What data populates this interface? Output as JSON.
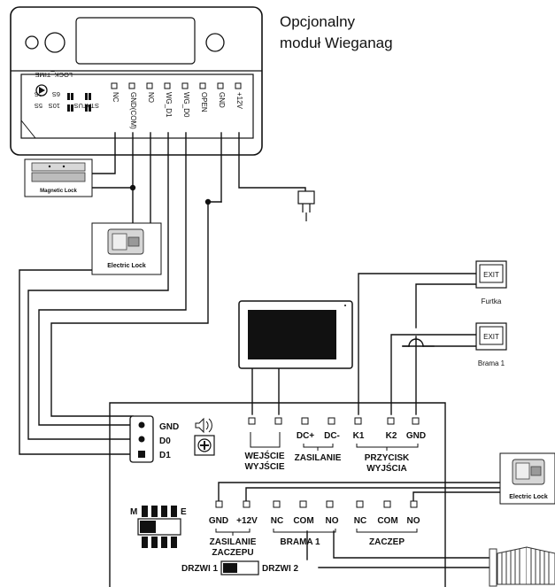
{
  "title": {
    "line1": "Opcjonalny",
    "line2": "moduł Wieganag"
  },
  "wiegand_module": {
    "terminals": [
      "NC",
      "GND(COM)",
      "NO",
      "WG_D1",
      "WG_D0",
      "OPEN",
      "GND",
      "+12V"
    ],
    "dip_labels": [
      "STATUS",
      "10S",
      "5S",
      "6S",
      "2S",
      "LOCK_TIME"
    ]
  },
  "devices": {
    "magnetic_lock": "Magnetic Lock",
    "electric_lock_left": "Electric Lock",
    "electric_lock_right": "Electric Lock"
  },
  "exit_buttons": [
    {
      "label": "EXIT",
      "caption": "Furtka"
    },
    {
      "label": "EXIT",
      "caption": "Brama 1"
    }
  ],
  "reader_pins": [
    "GND",
    "D0",
    "D1"
  ],
  "top_terminals": [
    "DC+",
    "DC-",
    "K1",
    "K2",
    "GND"
  ],
  "top_groups": {
    "input": [
      "WEJŚCIE",
      "WYJŚCIE"
    ],
    "power": "ZASILANIE",
    "exit": [
      "PRZYCISK",
      "WYJŚCIA"
    ]
  },
  "bottom_terminals": [
    "GND",
    "+12V",
    "NC",
    "COM",
    "NO",
    "NC",
    "COM",
    "NO"
  ],
  "bottom_groups": {
    "lock_power": [
      "ZASILANIE",
      "ZACZEPU"
    ],
    "gate": "BRAMA 1",
    "latch": "ZACZEP"
  },
  "switch_me": {
    "m": "M",
    "e": "E"
  },
  "door_switch": {
    "left": "DRZWI 1",
    "right": "DRZWI 2"
  }
}
